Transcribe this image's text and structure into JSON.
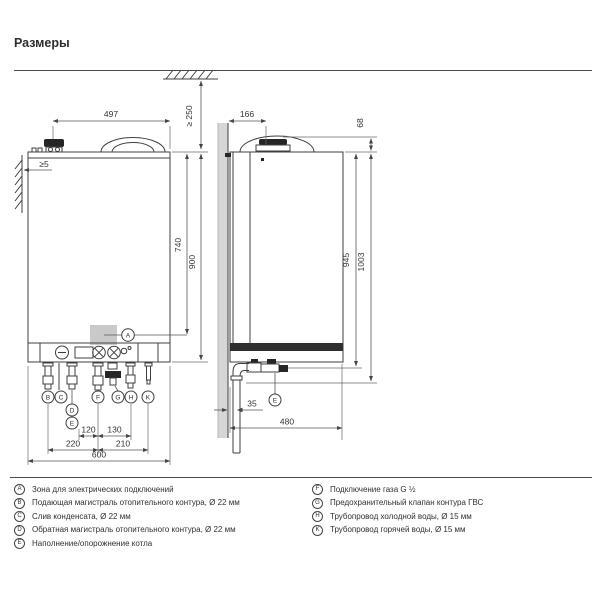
{
  "header": {
    "title": "Размеры"
  },
  "left_view": {
    "dims": {
      "top_width": "497",
      "top_clearance": "≥ 250",
      "side_clearance": "≥5",
      "height_to_zone": "740",
      "height_total": "900",
      "spacing_120": "120",
      "spacing_130": "130",
      "spacing_220": "220",
      "spacing_210": "210",
      "total_width": "600"
    }
  },
  "right_view": {
    "dims": {
      "flue_offset": "166",
      "top_height": "68",
      "height_945": "945",
      "height_1003": "1003",
      "drain_offset": "35",
      "depth": "480"
    }
  },
  "legend": {
    "items": [
      {
        "key": "A",
        "text": "Зона для электрических подключений"
      },
      {
        "key": "B",
        "text": "Подающая магистраль отопительного контура, Ø 22 мм"
      },
      {
        "key": "C",
        "text": "Слив конденсата, Ø 22 мм"
      },
      {
        "key": "D",
        "text": "Обратная магистраль отопительного контура, Ø 22 мм"
      },
      {
        "key": "E",
        "text": "Наполнение/опорожнение котла"
      },
      {
        "key": "F",
        "text": "Подключение газа G ½"
      },
      {
        "key": "G",
        "text": "Предохранительный клапан контура ГВС"
      },
      {
        "key": "H",
        "text": "Трубопровод холодной воды, Ø 15 мм"
      },
      {
        "key": "K",
        "text": "Трубопровод горячей воды, Ø 15 мм"
      }
    ]
  },
  "colors": {
    "wall_gray": "#d6d6d6",
    "zone_gray": "#c9c9c9",
    "dark_band": "#2f2f2f"
  }
}
